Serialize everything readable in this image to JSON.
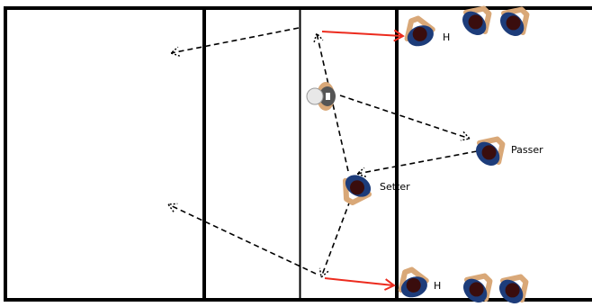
{
  "court": {
    "line_color": "#000000",
    "background": "#ffffff"
  },
  "labels": {
    "hitter_top": "H",
    "passer": "Passer",
    "setter": "Setter",
    "hitter_bottom": "H"
  },
  "players": [
    {
      "role": "hitter-top",
      "label_key": "hitter_top"
    },
    {
      "role": "queue-top-1"
    },
    {
      "role": "queue-top-2"
    },
    {
      "role": "passer",
      "label_key": "passer"
    },
    {
      "role": "setter",
      "label_key": "setter"
    },
    {
      "role": "hitter-bottom",
      "label_key": "hitter_bottom"
    },
    {
      "role": "queue-bottom-1"
    },
    {
      "role": "queue-bottom-2"
    }
  ],
  "coach": {
    "role": "coach",
    "icon": "tossing-coach-icon"
  },
  "colors": {
    "approach_arrow": "#ec2b1e",
    "ball_path": "#000000",
    "jersey": "#1d3c7a",
    "skin": "#d9a878",
    "hair": "#3a0d0d",
    "coach_shirt": "#555555",
    "ball": "#e8e8e8"
  }
}
